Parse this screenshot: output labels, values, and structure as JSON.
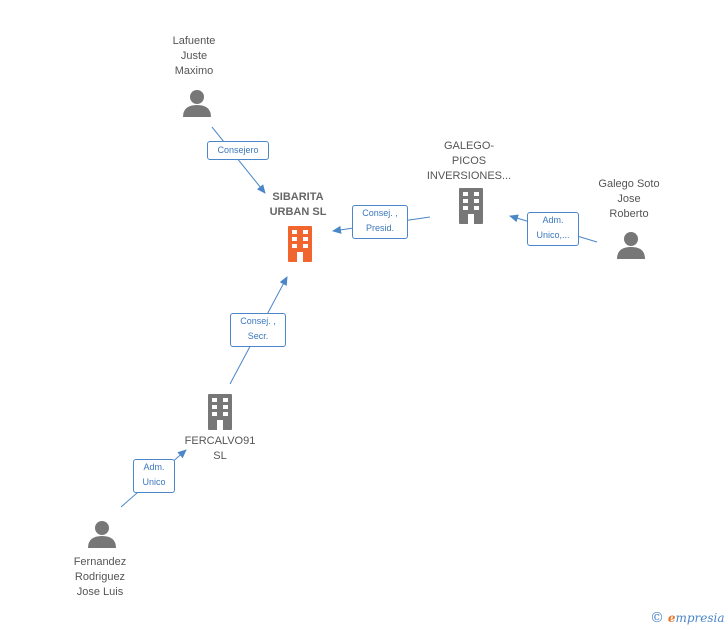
{
  "colors": {
    "edge": "#4a86c8",
    "node_gray": "#777777",
    "main_company": "#f0662e",
    "footer_accent": "#e8772e"
  },
  "nodes": {
    "sibarita": {
      "label": "SIBARITA\nURBAN  SL",
      "icon": "building-icon",
      "main": true
    },
    "lafuente": {
      "label": "Lafuente\nJuste\nMaximo",
      "icon": "person-icon"
    },
    "galego_picos": {
      "label": "GALEGO-\nPICOS\nINVERSIONES...",
      "icon": "building-icon"
    },
    "galego_soto": {
      "label": "Galego Soto\nJose\nRoberto",
      "icon": "person-icon"
    },
    "fercalvo": {
      "label": "FERCALVO91\nSL",
      "icon": "building-icon"
    },
    "fernandez": {
      "label": "Fernandez\nRodriguez\nJose Luis",
      "icon": "person-icon"
    }
  },
  "edges": {
    "consejero": {
      "label": "Consejero"
    },
    "consej_presid": {
      "label": "Consej. ,\nPresid."
    },
    "adm_unico_galego": {
      "label": "Adm.\nUnico,..."
    },
    "consej_secr": {
      "label": "Consej. ,\nSecr."
    },
    "adm_unico_fernandez": {
      "label": "Adm.\nUnico"
    }
  },
  "footer": {
    "copyright_symbol": "©",
    "brand_initial": "e",
    "brand_rest": "mpresia"
  }
}
